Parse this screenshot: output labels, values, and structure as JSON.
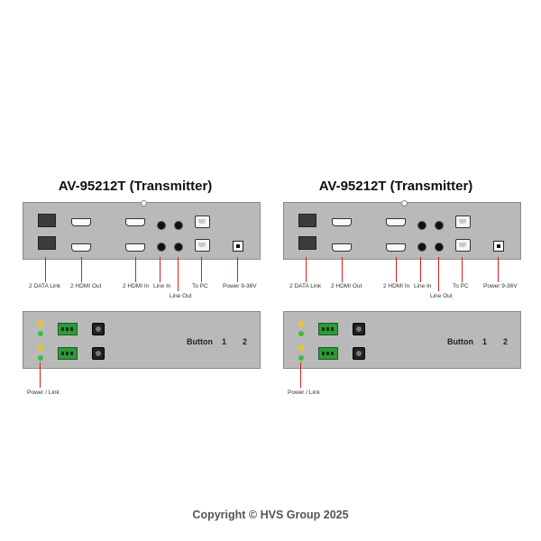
{
  "diagrams": [
    {
      "title": "AV-95212T (Transmitter)",
      "labels": {
        "data_link": "2 DATA Link",
        "hdmi_out": "2 HDMI Out",
        "hdmi_in": "2 HDMI In",
        "line_in": "Line In",
        "line_out": "Line Out",
        "to_pc": "To PC",
        "power": "Power 9-36V",
        "power_link": "Power / Link"
      },
      "back_panel": {
        "button_label": "Button",
        "button_1": "1",
        "button_2": "2"
      }
    },
    {
      "title": "AV-95212T (Transmitter)",
      "labels": {
        "data_link": "2 DATA Link",
        "hdmi_out": "2 HDMI Out",
        "hdmi_in": "2 HDMI In",
        "line_in": "Line In",
        "line_out": "Line Out",
        "to_pc": "To PC",
        "power": "Power 9-36V",
        "power_link": "Power / Link"
      },
      "back_panel": {
        "button_label": "Button",
        "button_1": "1",
        "button_2": "2"
      }
    }
  ],
  "footer": {
    "copyright": "Copyright © HVS Group 2025"
  },
  "colors": {
    "panel": "#b9b9b9",
    "callout_line": "#d62020",
    "led_yellow": "#f2c418",
    "led_green": "#3dbd3d",
    "terminal": "#2e9a3a"
  }
}
